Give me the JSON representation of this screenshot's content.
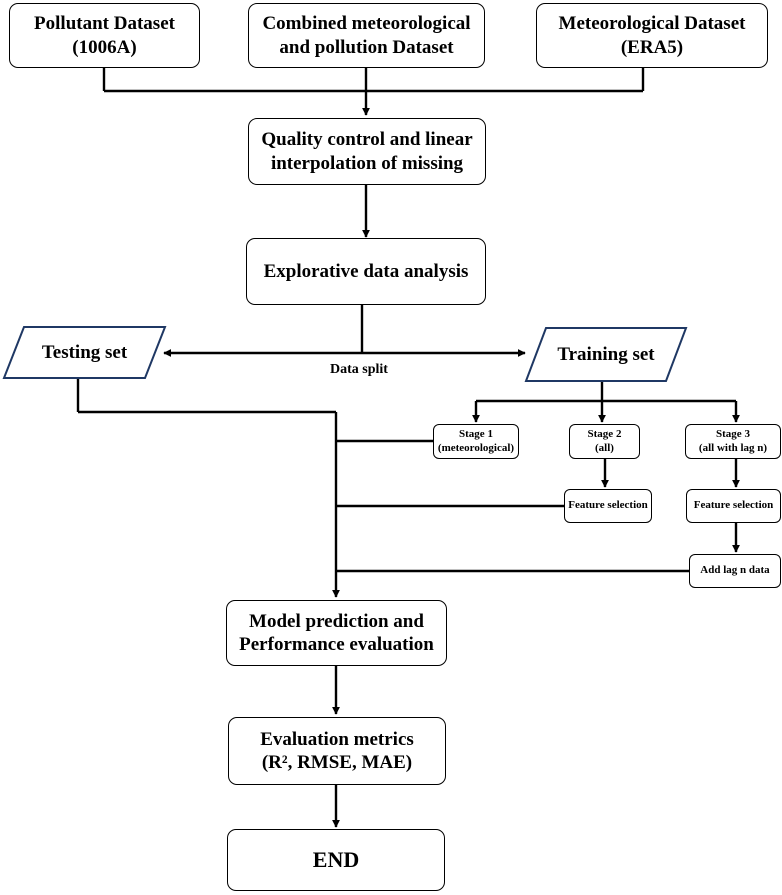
{
  "top_boxes": {
    "pollutant": "Pollutant Dataset\n(1006A)",
    "combined": "Combined meteorological\nand pollution Dataset",
    "meteorological": "Meteorological Dataset\n(ERA5)"
  },
  "quality_control": "Quality control and linear\ninterpolation of missing",
  "eda": "Explorative data analysis",
  "testing_set": "Testing set",
  "training_set": "Training set",
  "data_split": "Data split",
  "stages": {
    "stage1": "Stage 1\n(meteorological)",
    "stage2": "Stage 2\n(all)",
    "stage3": "Stage 3\n(all with lag n)"
  },
  "feature_selection_2": "Feature selection",
  "feature_selection_3": "Feature selection",
  "add_lag": "Add lag n data",
  "model_prediction": "Model prediction and\nPerformance evaluation",
  "evaluation_metrics": "Evaluation metrics\n(R², RMSE, MAE)",
  "end": "END",
  "colors": {
    "line": "#000000",
    "parallelogram_border": "#1f3864",
    "background": "#ffffff"
  }
}
